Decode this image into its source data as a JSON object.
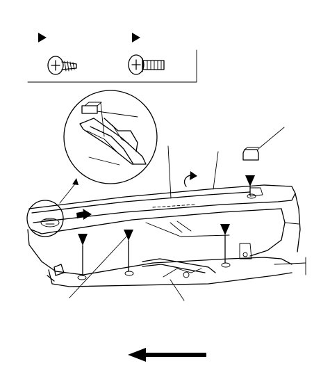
{
  "figure": {
    "type": "service-manual exploded illustration",
    "fastener_legend": [
      {
        "name": "pan-head-tapping-screw",
        "marker": "triangle"
      },
      {
        "name": "flange-bolt",
        "marker": "triangle"
      }
    ],
    "ink_color": "#000000",
    "background_color": "#ffffff"
  }
}
